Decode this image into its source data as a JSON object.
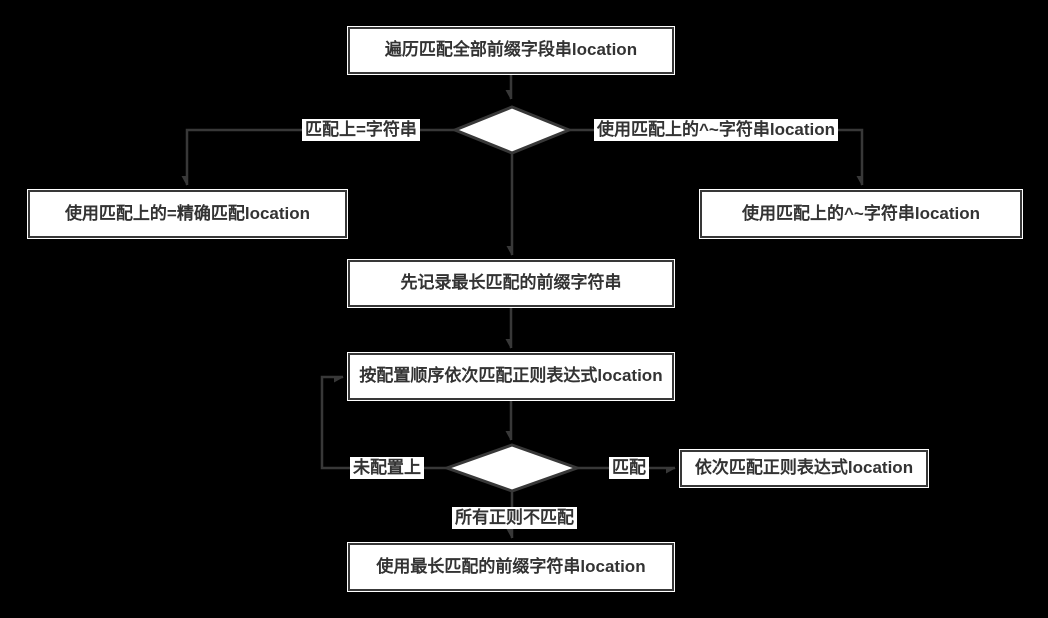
{
  "diagram": {
    "title": "nginx location matching flowchart",
    "colors": {
      "background": "#000000",
      "node_fill": "#ffffff",
      "stroke": "#383838",
      "text": "#333333",
      "label_background": "#ffffff"
    },
    "nodes": {
      "start": {
        "label": "遍历匹配全部前缀字段串location"
      },
      "exact_result": {
        "label": "使用匹配上的=精确匹配location"
      },
      "caret_result": {
        "label": "使用匹配上的^~字符串location"
      },
      "record_longest": {
        "label": "先记录最长匹配的前缀字符串"
      },
      "regex_loop": {
        "label": "按配置顺序依次匹配正则表达式location"
      },
      "regex_result": {
        "label": "依次匹配正则表达式location"
      },
      "longest_prefix_result": {
        "label": "使用最长匹配的前缀字符串location"
      }
    },
    "edge_labels": {
      "exact_branch": "匹配上=字符串",
      "caret_branch": "使用匹配上的^~字符串location",
      "not_configured": "未配置上",
      "matched": "匹配",
      "no_regex_match": "所有正则不匹配"
    }
  }
}
